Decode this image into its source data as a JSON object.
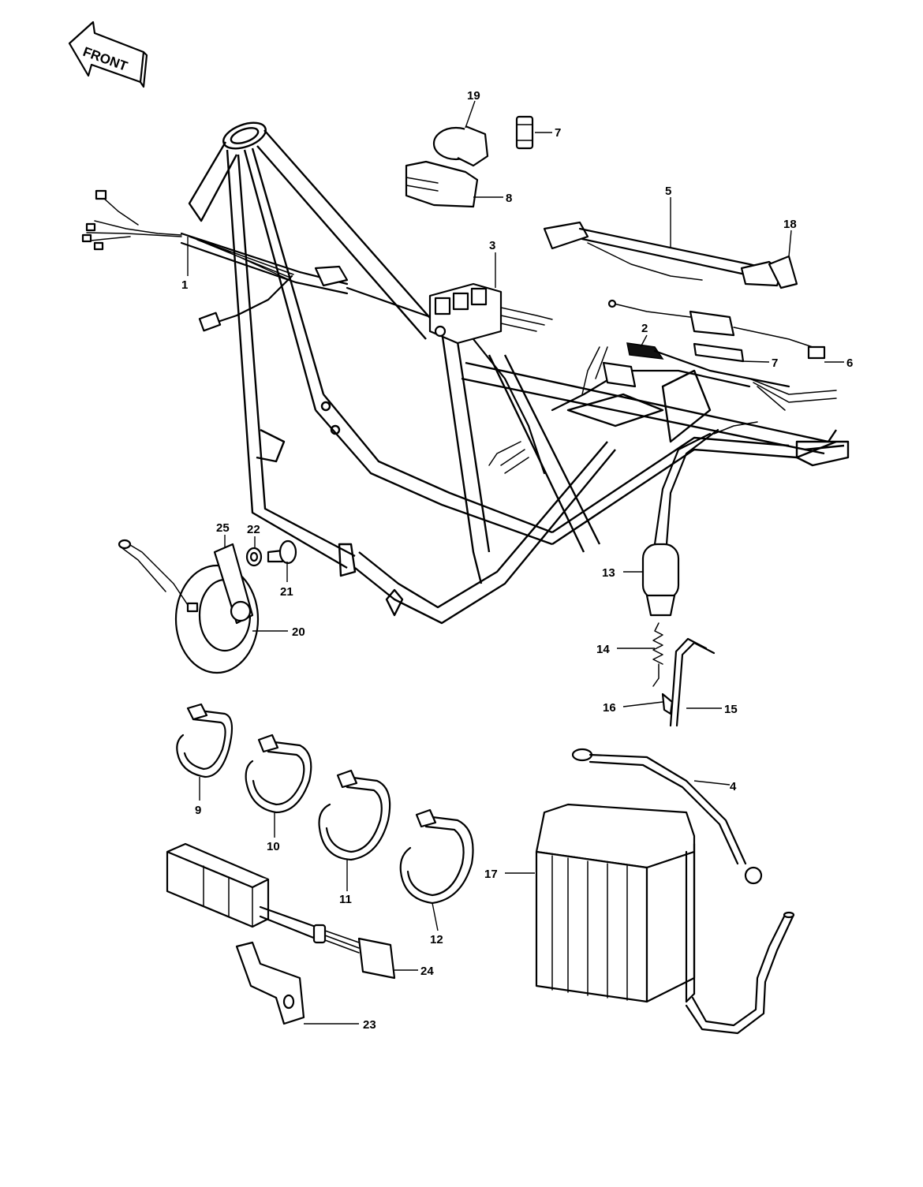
{
  "orientation_label": "FRONT",
  "callouts": {
    "c1": "1",
    "c2": "2",
    "c3": "3",
    "c4": "4",
    "c5": "5",
    "c6": "6",
    "c7a": "7",
    "c7b": "7",
    "c8": "8",
    "c9": "9",
    "c10": "10",
    "c11": "11",
    "c12": "12",
    "c13": "13",
    "c14": "14",
    "c15": "15",
    "c16": "16",
    "c17": "17",
    "c18": "18",
    "c19": "19",
    "c20": "20",
    "c21": "21",
    "c22": "22",
    "c23": "23",
    "c24": "24",
    "c25": "25"
  }
}
